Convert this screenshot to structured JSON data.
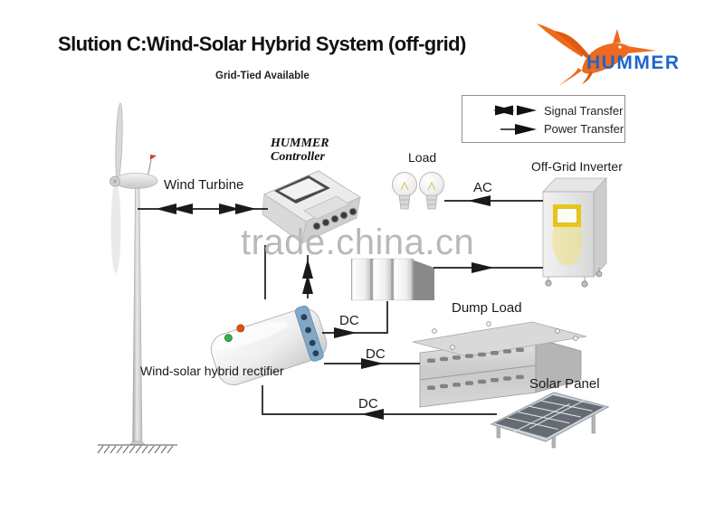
{
  "header": {
    "title": "Slution C:Wind-Solar Hybrid System (off-grid)",
    "subtitle": "Grid-Tied Available"
  },
  "logo": {
    "brand": "HUMMER"
  },
  "legend": {
    "items": [
      {
        "icon": "double-arrow-icon",
        "label": "Signal Transfer"
      },
      {
        "icon": "single-arrow-icon",
        "label": "Power Transfer"
      }
    ]
  },
  "labels": {
    "wind_turbine": "Wind Turbine",
    "controller_line1": "HUMMER",
    "controller_line2": "Controller",
    "load": "Load",
    "off_grid_inverter": "Off-Grid Inverter",
    "ac": "AC",
    "dc_battery": "DC",
    "dc_dump": "DC",
    "dc_solar": "DC",
    "dump_load": "Dump Load",
    "rectifier": "Wind-solar hybrid rectifier",
    "solar_panel": "Solar Panel"
  },
  "watermark": {
    "text": "trade.china.cn"
  },
  "colors": {
    "brand_blue": "#1B66CC",
    "brand_orange": "#ED6A1E",
    "line_black": "#1a1a1a",
    "watermark_gray": "#b7baba",
    "led_green": "#35b04a",
    "led_red": "#e05210",
    "inverter_screen_yellow": "#e8c619",
    "rectifier_strip_blue": "#7fa8c9"
  }
}
